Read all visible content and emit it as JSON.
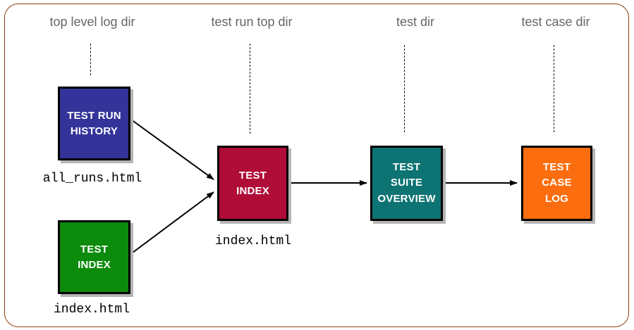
{
  "columns": [
    {
      "label": "top level log dir"
    },
    {
      "label": "test run top dir"
    },
    {
      "label": "test dir"
    },
    {
      "label": "test case dir"
    }
  ],
  "nodes": {
    "run_history": {
      "label": "TEST RUN\nHISTORY",
      "color": "#333399"
    },
    "top_level_index": {
      "label": "TEST\nINDEX",
      "color": "#0C8A0C"
    },
    "run_index": {
      "label": "TEST\nINDEX",
      "color": "#B00C38"
    },
    "suite_overview": {
      "label": "TEST\nSUITE\nOVERVIEW",
      "color": "#0E7373"
    },
    "case_log": {
      "label": "TEST\nCASE\nLOG",
      "color": "#FB6D0E"
    }
  },
  "files": {
    "all_runs": {
      "label": "all_runs.html"
    },
    "run_index": {
      "label": "index.html"
    },
    "top_level_index": {
      "label": "index.html"
    }
  },
  "styles": {
    "frame_color": "#8F3B0D",
    "header_color": "#666666",
    "shadow_color": "#B5B5B5",
    "arrow_color": "#000000",
    "node_text_color": "#FFFFFF",
    "file_text_color": "#000000"
  }
}
